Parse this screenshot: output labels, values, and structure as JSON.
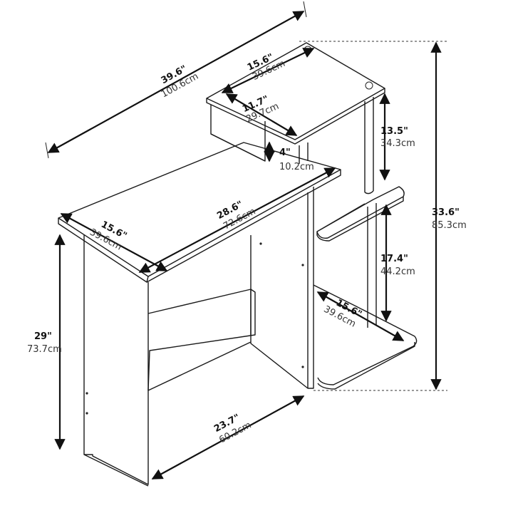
{
  "dimensions": {
    "overall_width": {
      "inch": "39.6\"",
      "cm": "100.6cm"
    },
    "top_shelf_depth": {
      "inch": "15.6\"",
      "cm": "39.6cm"
    },
    "top_shelf_inner": {
      "inch": "11.7\"",
      "cm": "29.7cm"
    },
    "riser_height": {
      "inch": "4\"",
      "cm": "10.2cm"
    },
    "upper_shelf_gap": {
      "inch": "13.5\"",
      "cm": "34.3cm"
    },
    "overall_height": {
      "inch": "33.6\"",
      "cm": "85.3cm"
    },
    "lower_shelf_gap": {
      "inch": "17.4\"",
      "cm": "44.2cm"
    },
    "bottom_shelf_depth": {
      "inch": "15.6\"",
      "cm": "39.6cm"
    },
    "desk_width": {
      "inch": "28.6\"",
      "cm": "72.6cm"
    },
    "desk_depth": {
      "inch": "15.6\"",
      "cm": "39.6cm"
    },
    "desk_height": {
      "inch": "29\"",
      "cm": "73.7cm"
    },
    "knee_width": {
      "inch": "23.7\"",
      "cm": "60.2cm"
    }
  },
  "colors": {
    "line": "#1a1a1a",
    "background": "#ffffff"
  }
}
